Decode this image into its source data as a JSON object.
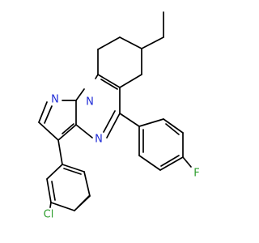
{
  "molecule": {
    "atom_labels": {
      "n_pyrazole": "N",
      "n_bridge": "N",
      "n_pyrimidine": "N",
      "chlorine": "Cl",
      "fluorine": "F"
    },
    "colors": {
      "bond": "#000000",
      "nitrogen": "#1f2bd6",
      "chlorine": "#2e9e2e",
      "fluorine": "#2e9e2e"
    }
  }
}
